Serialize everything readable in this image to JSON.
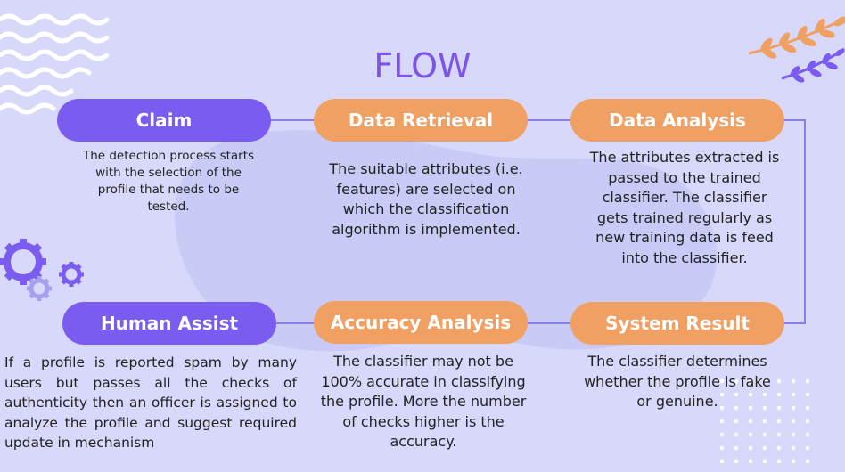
{
  "title": "FLOW",
  "colors": {
    "background": "#d7d8fa",
    "purple": "#7b5cf0",
    "orange": "#f0a062",
    "title": "#7b55e8",
    "connector": "#8a7fe8"
  },
  "steps": [
    {
      "label": "Claim",
      "description": "The detection process starts with the selection of the profile that needs to be tested."
    },
    {
      "label": "Data Retrieval",
      "description": "The suitable attributes (i.e. features) are selected on which the classification algorithm is implemented."
    },
    {
      "label": "Data Analysis",
      "description": "The attributes extracted is passed to the trained classifier. The classifier gets trained regularly as new training data is feed into the classifier."
    },
    {
      "label": "System Result",
      "description": "The classifier determines whether the profile is fake or genuine."
    },
    {
      "label": "Accuracy Analysis",
      "description": "The classifier may not be 100% accurate in classifying the profile. More the number of checks higher is the accuracy."
    },
    {
      "label": "Human Assist",
      "description": "If a profile is reported spam by many users but passes all the checks of authenticity then an officer is assigned to analyze the profile and suggest required update in mechanism"
    }
  ],
  "decorations": [
    "wave-pattern",
    "leaf-branch-orange",
    "leaf-branch-purple",
    "gear-icon",
    "dot-grid"
  ]
}
